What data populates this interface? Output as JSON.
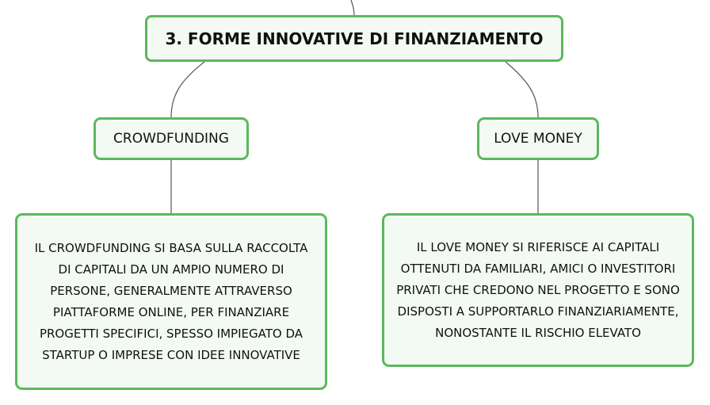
{
  "root": {
    "title": "3. FORME INNOVATIVE DI FINANZIAMENTO"
  },
  "branches": [
    {
      "label": "CROWDFUNDING",
      "description": "IL CROWDFUNDING SI BASA SULLA RACCOLTA DI CAPITALI DA UN AMPIO NUMERO DI PERSONE, GENERALMENTE ATTRAVERSO PIATTAFORME ONLINE, PER FINANZIARE PROGETTI SPECIFICI, SPESSO IMPIEGATO DA STARTUP O IMPRESE CON IDEE INNOVATIVE"
    },
    {
      "label": "LOVE MONEY",
      "description": "IL LOVE MONEY SI RIFERISCE AI CAPITALI OTTENUTI DA FAMILIARI, AMICI O INVESTITORI PRIVATI CHE CREDONO NEL PROGETTO E SONO DISPOSTI A SUPPORTARLO FINANZIARIAMENTE, NONOSTANTE IL RISCHIO ELEVATO"
    }
  ],
  "colors": {
    "node_border": "#5cb85c",
    "node_fill": "#f3faf3",
    "connector": "#555555"
  }
}
